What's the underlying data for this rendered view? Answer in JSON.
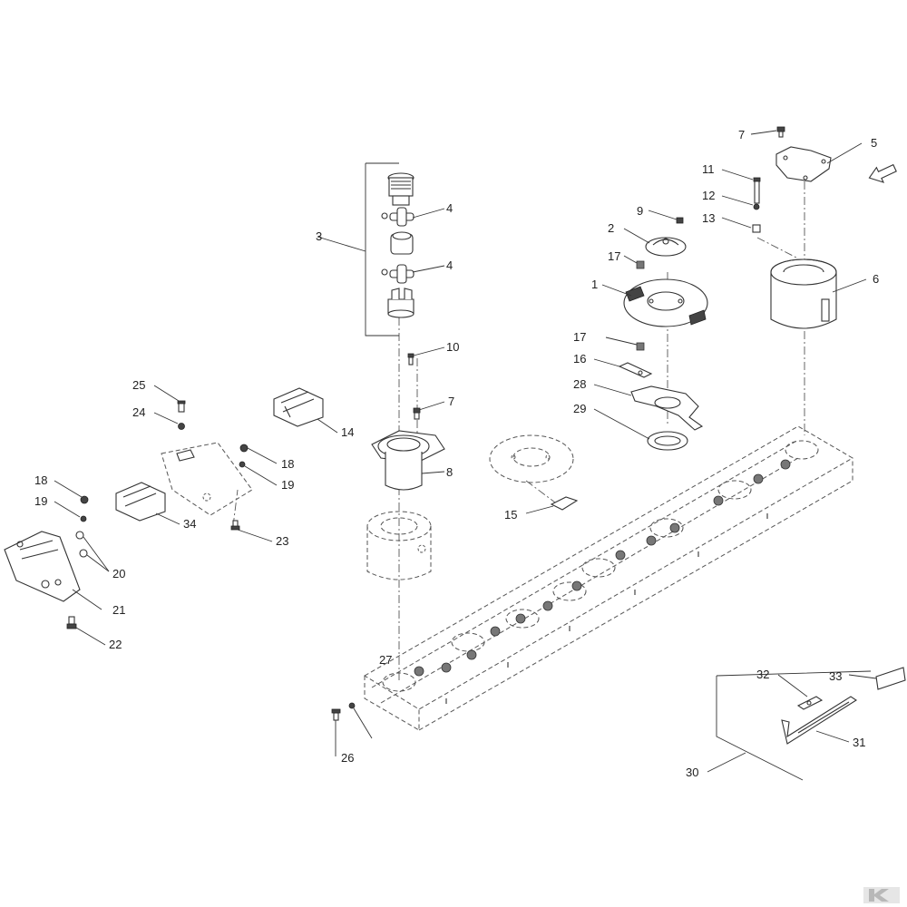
{
  "brand": {
    "logo": "kramp-logo-watermark"
  },
  "callouts": [
    {
      "id": "c7a",
      "text": "7"
    },
    {
      "id": "c5",
      "text": "5"
    },
    {
      "id": "c11",
      "text": "11"
    },
    {
      "id": "c12",
      "text": "12"
    },
    {
      "id": "c13",
      "text": "13"
    },
    {
      "id": "c9",
      "text": "9"
    },
    {
      "id": "c2",
      "text": "2"
    },
    {
      "id": "c17a",
      "text": "17"
    },
    {
      "id": "c1",
      "text": "1"
    },
    {
      "id": "c6",
      "text": "6"
    },
    {
      "id": "c17b",
      "text": "17"
    },
    {
      "id": "c16",
      "text": "16"
    },
    {
      "id": "c28",
      "text": "28"
    },
    {
      "id": "c29",
      "text": "29"
    },
    {
      "id": "c15",
      "text": "15"
    },
    {
      "id": "c3",
      "text": "3"
    },
    {
      "id": "c4a",
      "text": "4"
    },
    {
      "id": "c4b",
      "text": "4"
    },
    {
      "id": "c10",
      "text": "10"
    },
    {
      "id": "c7b",
      "text": "7"
    },
    {
      "id": "c8",
      "text": "8"
    },
    {
      "id": "c25",
      "text": "25"
    },
    {
      "id": "c24",
      "text": "24"
    },
    {
      "id": "c14",
      "text": "14"
    },
    {
      "id": "c18a",
      "text": "18"
    },
    {
      "id": "c19a",
      "text": "19"
    },
    {
      "id": "c18b",
      "text": "18"
    },
    {
      "id": "c19b",
      "text": "19"
    },
    {
      "id": "c34",
      "text": "34"
    },
    {
      "id": "c23",
      "text": "23"
    },
    {
      "id": "c20",
      "text": "20"
    },
    {
      "id": "c21",
      "text": "21"
    },
    {
      "id": "c22",
      "text": "22"
    },
    {
      "id": "c26",
      "text": "26"
    },
    {
      "id": "c27",
      "text": "27"
    },
    {
      "id": "c33",
      "text": "33"
    },
    {
      "id": "c32",
      "text": "32"
    },
    {
      "id": "c31",
      "text": "31"
    },
    {
      "id": "c30",
      "text": "30"
    }
  ]
}
